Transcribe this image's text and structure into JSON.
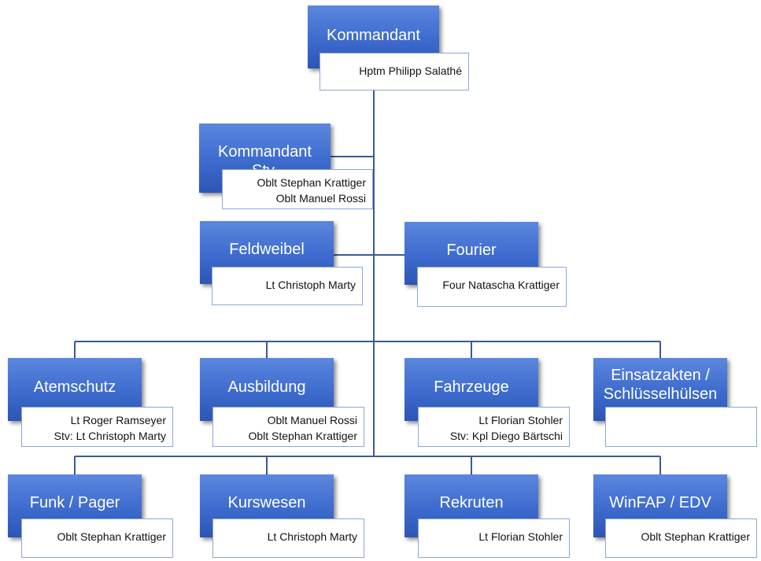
{
  "units": [
    {
      "id": "kommandant",
      "title": [
        "Kommandant"
      ],
      "members": [
        "Hptm Philipp Salathé"
      ]
    },
    {
      "id": "kommandant-stv",
      "title": [
        "Kommandant Stv."
      ],
      "members": [
        "Oblt Stephan Krattiger",
        "Oblt Manuel Rossi"
      ]
    },
    {
      "id": "feldweibel",
      "title": [
        "Feldweibel"
      ],
      "members": [
        "Lt Christoph Marty"
      ]
    },
    {
      "id": "fourier",
      "title": [
        "Fourier"
      ],
      "members": [
        "Four Natascha Krattiger"
      ]
    },
    {
      "id": "atemschutz",
      "title": [
        "Atemschutz"
      ],
      "members": [
        "Lt Roger Ramseyer",
        "Stv: Lt Christoph Marty"
      ]
    },
    {
      "id": "ausbildung",
      "title": [
        "Ausbildung"
      ],
      "members": [
        "Oblt Manuel Rossi",
        "Oblt Stephan Krattiger"
      ]
    },
    {
      "id": "fahrzeuge",
      "title": [
        "Fahrzeuge"
      ],
      "members": [
        "Lt Florian Stohler",
        "Stv: Kpl Diego Bärtschi"
      ]
    },
    {
      "id": "einsatzakten",
      "title": [
        "Einsatzakten /",
        "Schlüsselhülsen"
      ],
      "members": []
    },
    {
      "id": "funk-pager",
      "title": [
        "Funk / Pager"
      ],
      "members": [
        "Oblt Stephan Krattiger"
      ]
    },
    {
      "id": "kurswesen",
      "title": [
        "Kurswesen"
      ],
      "members": [
        "Lt Christoph Marty"
      ]
    },
    {
      "id": "rekruten",
      "title": [
        "Rekruten"
      ],
      "members": [
        "Lt Florian Stohler"
      ]
    },
    {
      "id": "winfap-edv",
      "title": [
        "WinFAP / EDV"
      ],
      "members": [
        "Oblt Stephan Krattiger"
      ]
    }
  ],
  "colors": {
    "title_fill": "#3d6bce",
    "connector": "#3a5a99",
    "member_border": "#8ea6d8"
  }
}
